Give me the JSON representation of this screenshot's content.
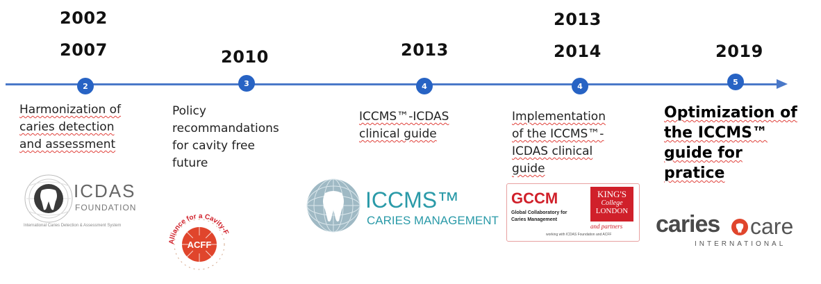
{
  "events": [
    {
      "years": [
        "2002",
        "2007"
      ],
      "marker": "2",
      "lines": [
        "Harmonization of",
        "caries detection",
        "and assessment"
      ]
    },
    {
      "years": [
        "2010"
      ],
      "marker": "3",
      "lines": [
        "Policy",
        "recommandations",
        "for cavity free",
        "future"
      ]
    },
    {
      "years": [
        "2013"
      ],
      "marker": "4",
      "lines": [
        "ICCMS™-ICDAS",
        "clinical guide"
      ]
    },
    {
      "years": [
        "2013",
        "2014"
      ],
      "marker": "4",
      "lines": [
        "Implementation",
        "of the ICCMS™-",
        "ICDAS clinical",
        "guide"
      ]
    },
    {
      "years": [
        "2019"
      ],
      "marker": "5",
      "lines": [
        "Optimization of",
        "the ICCMS™",
        "guide for",
        "pratice"
      ]
    }
  ],
  "logos": {
    "icdas": {
      "name": "ICDAS",
      "sub": "FOUNDATION",
      "tagline": "International Caries Detection & Assessment System"
    },
    "acff": {
      "center": "ACFF",
      "ring": "Alliance for a Cavity-Free Future"
    },
    "iccms": {
      "name": "ICCMS™",
      "sub": "CARIES MANAGEMENT"
    },
    "gccm": {
      "name": "GCCM",
      "line1": "Global Collaboratory for",
      "line2": "Caries Management",
      "kings1": "KING'S",
      "kings2": "College",
      "kings3": "LONDON",
      "partners": "and partners",
      "footer": "working with ICDAS Foundation and ACFF"
    },
    "cariescare": {
      "left": "caries",
      "right": "care",
      "sub": "INTERNATIONAL"
    }
  },
  "colors": {
    "axis": "#4a78c8",
    "marker": "#2763c4",
    "iccms_teal": "#2a9aa8",
    "gccm_red": "#d0202a",
    "acff_red": "#e0452c"
  }
}
